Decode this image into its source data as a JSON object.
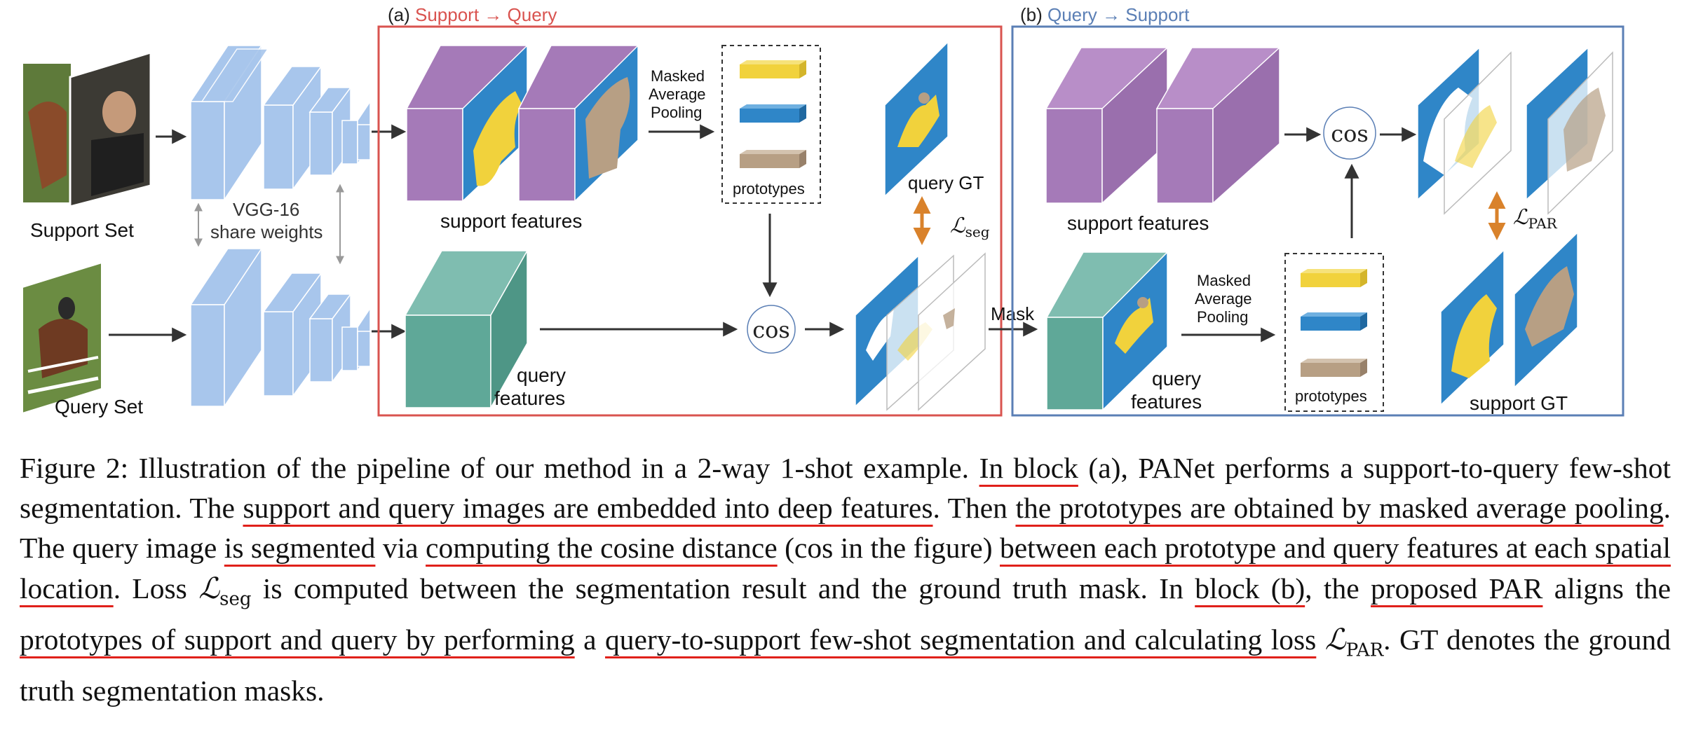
{
  "figure": {
    "panel_a_prefix": "(a) ",
    "panel_a_title": "Support → Query",
    "panel_b_prefix": "(b) ",
    "panel_b_title": "Query → Support",
    "support_set": "Support Set",
    "query_set": "Query Set",
    "vgg_line1": "VGG-16",
    "vgg_line2": "share weights",
    "support_features": "support features",
    "query_features_1": "query",
    "query_features_2": "features",
    "map_line1": "Masked",
    "map_line2": "Average",
    "map_line3": "Pooling",
    "prototypes": "prototypes",
    "query_gt": "query GT",
    "support_gt": "support GT",
    "cos": "cos",
    "mask": "Mask",
    "loss_seg_main": "ℒ",
    "loss_seg_sub": "seg",
    "loss_par_main": "ℒ",
    "loss_par_sub": "PAR",
    "colors": {
      "panel_a_border": "#d9534f",
      "panel_b_border": "#5b7fb5",
      "purple": "#a57ab8",
      "teal": "#5fa898",
      "blue": "#2f86c8",
      "yellow": "#f1d23c",
      "tan": "#b79f84",
      "vgg": "#a8c6ec",
      "orange_arrow": "#d9822b"
    }
  },
  "caption": {
    "s1": "Figure 2: Illustration of the pipeline of our method in a 2-way 1-shot example. ",
    "u1": "In block",
    "s2": " (a), PANet performs a support-to-query few-shot segmentation. The ",
    "u2": "support and query images are embedded into deep features",
    "s3": ". Then ",
    "u3": "the prototypes are obtained by masked average pooling",
    "s4": ". The query image ",
    "u4": "is segmented",
    "s5": " via ",
    "u5": "computing the cosine distance",
    "s6": " (cos in the figure) ",
    "u6": "between each prototype and query features at each spatial location",
    "s7": ". Loss ",
    "loss_seg_main": "ℒ",
    "loss_seg_sub": "seg",
    "s8": " is computed between the segmentation result and the ground truth mask. In ",
    "u7": "block (b)",
    "s9": ", the ",
    "u8": "proposed PAR",
    "s10": " aligns the ",
    "u9": "prototypes of support and query by performing",
    "s11": " a ",
    "u10": "query-to-support few-shot segmentation and calculating loss",
    "s12": " ",
    "loss_par_main": "ℒ",
    "loss_par_sub": "PAR",
    "s13": ". GT denotes the ground truth segmentation masks."
  }
}
